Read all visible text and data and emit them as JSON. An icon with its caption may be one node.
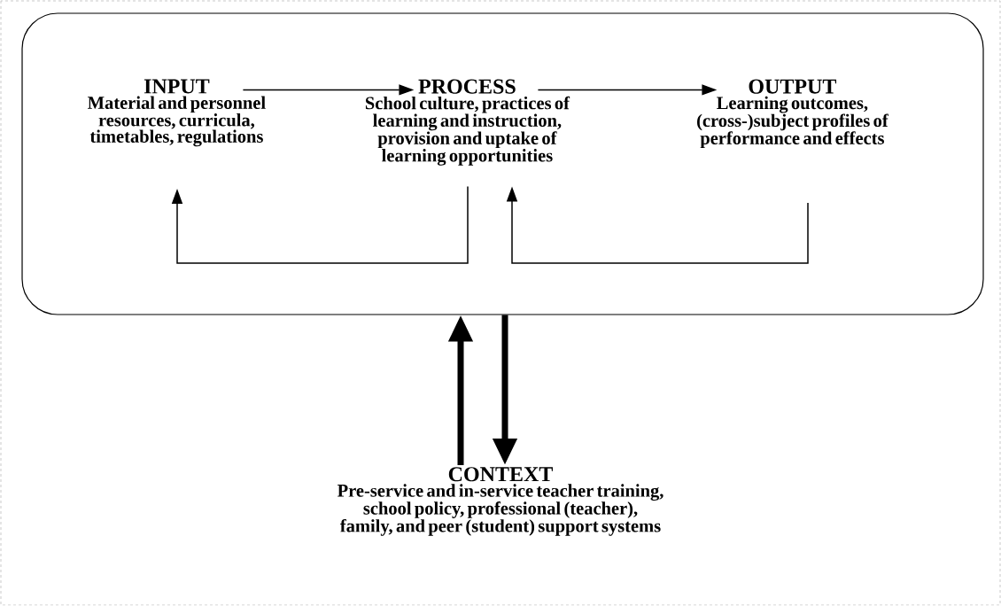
{
  "diagram": {
    "nodes": [
      {
        "text": [],
        "shape": "box"
      },
      {
        "text": [
          "INPUT",
          "Material and personnel resources, curricula, timetables, regulations"
        ],
        "in": 0
      },
      {
        "text": [
          "PROCESS",
          "School culture, practices of learning and instruction, provision and uptake of learning opportunities"
        ],
        "in": 0
      },
      {
        "text": [
          "OUTPUT",
          "Learning outcomes, (cross-)subject profiles of performance and effects"
        ],
        "in": 0
      },
      {
        "text": [
          "CONTEXT",
          "Pre-service and in-service teacher training, school policy, professional (teacher), family, and peer (student) support systems"
        ]
      }
    ],
    "edges": [
      {
        "from": 1,
        "to": 2,
        "arrow": "to"
      },
      {
        "from": 2,
        "to": 3,
        "arrow": "to"
      },
      {
        "from": 2,
        "to": 1,
        "arrow": "to"
      },
      {
        "from": 3,
        "to": 2,
        "arrow": "to"
      },
      {
        "from": 4,
        "to": 0,
        "arrow": "to",
        "style": "thick"
      },
      {
        "from": 0,
        "to": 4,
        "arrow": "to",
        "style": "thick"
      }
    ]
  }
}
